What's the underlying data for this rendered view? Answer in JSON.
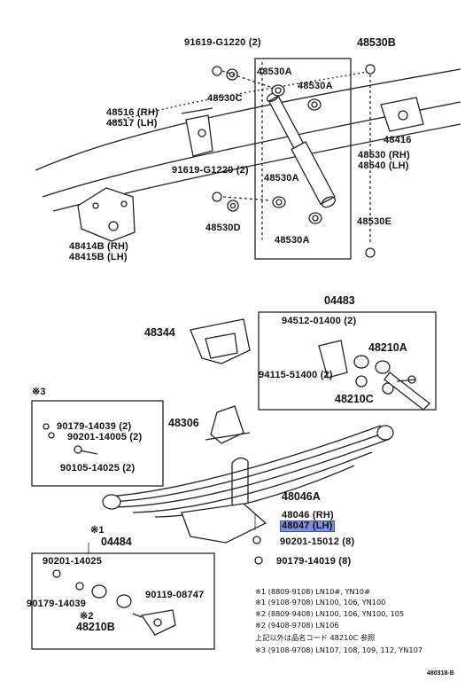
{
  "diagram": {
    "labels": {
      "p_91619_top": "91619-G1220 (2)",
      "p_48530B": "48530B",
      "p_48530A_1": "48530A",
      "p_48530A_2": "48530A",
      "p_48530C": "48530C",
      "p_48516": "48516 (RH)",
      "p_48517": "48517 (LH)",
      "p_48416": "48416",
      "p_48530": "48530 (RH)",
      "p_48540": "48540 (LH)",
      "p_91619_mid": "91619-G1220 (2)",
      "p_48530A_3": "48530A",
      "p_48530D": "48530D",
      "p_48530A_4": "48530A",
      "p_48530E": "48530E",
      "p_48414B": "48414B (RH)",
      "p_48415B": "48415B (LH)",
      "p_04483": "04483",
      "p_94512": "94512-01400 (2)",
      "p_48344": "48344",
      "p_48210A": "48210A",
      "p_94115": "94115-51400 (2)",
      "p_48210C": "48210C",
      "p_x3_mark": "※3",
      "p_90179_2": "90179-14039 (2)",
      "p_90201_2": "90201-14005 (2)",
      "p_90105": "90105-14025 (2)",
      "p_48306": "48306",
      "p_48046A": "48046A",
      "p_48046": "48046 (RH)",
      "p_48047": "48047 (LH)",
      "p_90201_8": "90201-15012 (8)",
      "p_90179_8": "90179-14019 (8)",
      "p_x1_mark": "※1",
      "p_04484": "04484",
      "p_90201_14025": "90201-14025",
      "p_90179_14039": "90179-14039",
      "p_90119": "90119-08747",
      "p_x2_mark": "※2",
      "p_48210B": "48210B"
    },
    "notes": [
      "※1  (8809-9108)  LN10#, YN10#",
      "※1  (9108-9708)  LN100, 106, YN100",
      "※2  (8809-9408)  LN100, 106, YN100, 105",
      "※2  (9408-9708)  LN106",
      "上記以外は品名コード  48210C 参照",
      "※3  (9108-9708)  LN107, 108, 109, 112, YN107"
    ],
    "ref_code": "480318-B",
    "highlight_color": "#7f8fe0"
  }
}
